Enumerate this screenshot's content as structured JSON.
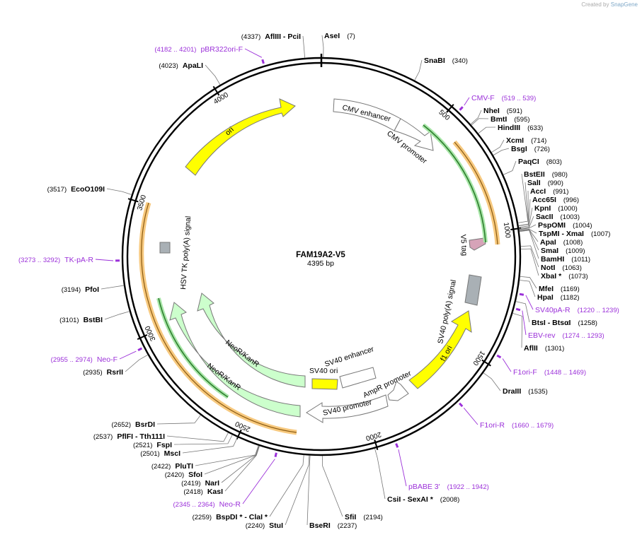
{
  "watermark": {
    "created_by": "Created by",
    "brand": "SnapGene"
  },
  "plasmid": {
    "name": "FAM19A2-V5",
    "length_label": "4395 bp",
    "length": 4395
  },
  "tick_marks": [
    500,
    1000,
    1500,
    2000,
    2500,
    3000,
    3500,
    4000
  ],
  "enzymes": [
    {
      "name": "AseI",
      "pos": "(7)",
      "site": 7
    },
    {
      "name": "SnaBI",
      "pos": "(340)",
      "site": 340
    },
    {
      "name": "NheI",
      "pos": "(591)",
      "site": 591
    },
    {
      "name": "BmtI",
      "pos": "(595)",
      "site": 595
    },
    {
      "name": "HindIII",
      "pos": "(633)",
      "site": 633
    },
    {
      "name": "XcmI",
      "pos": "(714)",
      "site": 714
    },
    {
      "name": "BsgI",
      "pos": "(726)",
      "site": 726
    },
    {
      "name": "PaqCI",
      "pos": "(803)",
      "site": 803
    },
    {
      "name": "BstEII",
      "pos": "(980)",
      "site": 980
    },
    {
      "name": "SalI",
      "pos": "(990)",
      "site": 990
    },
    {
      "name": "AccI",
      "pos": "(991)",
      "site": 991
    },
    {
      "name": "Acc65I",
      "pos": "(996)",
      "site": 996
    },
    {
      "name": "KpnI",
      "pos": "(1000)",
      "site": 1000
    },
    {
      "name": "SacII",
      "pos": "(1003)",
      "site": 1003
    },
    {
      "name": "PspOMI",
      "pos": "(1004)",
      "site": 1004
    },
    {
      "name": "TspMI  - XmaI",
      "pos": "(1007)",
      "site": 1007
    },
    {
      "name": "ApaI",
      "pos": "(1008)",
      "site": 1008
    },
    {
      "name": "SmaI",
      "pos": "(1009)",
      "site": 1009
    },
    {
      "name": "BamHI",
      "pos": "(1011)",
      "site": 1011
    },
    {
      "name": "NotI",
      "pos": "(1063)",
      "site": 1063
    },
    {
      "name": "XbaI *",
      "pos": "(1073)",
      "site": 1073
    },
    {
      "name": "MfeI",
      "pos": "(1169)",
      "site": 1169
    },
    {
      "name": "HpaI",
      "pos": "(1182)",
      "site": 1182
    },
    {
      "name": "BtsI  - BtsαI",
      "pos": "(1258)",
      "site": 1258
    },
    {
      "name": "AflII",
      "pos": "(1301)",
      "site": 1301
    },
    {
      "name": "DraIII",
      "pos": "(1535)",
      "site": 1535
    },
    {
      "name": "CsiI  - SexAI *",
      "pos": "(2008)",
      "site": 2008
    },
    {
      "name": "SfiI",
      "pos": "(2194)",
      "site": 2194
    },
    {
      "name": "BseRI",
      "pos": "(2237)",
      "site": 2237
    },
    {
      "name": "StuI",
      "pos": "(2240)",
      "site": 2240
    },
    {
      "name": "BspDI *  - ClaI *",
      "pos": "(2259)",
      "site": 2259
    },
    {
      "name": "KasI",
      "pos": "(2418)",
      "site": 2418
    },
    {
      "name": "NarI",
      "pos": "(2419)",
      "site": 2419
    },
    {
      "name": "SfoI",
      "pos": "(2420)",
      "site": 2420
    },
    {
      "name": "PluTI",
      "pos": "(2422)",
      "site": 2422
    },
    {
      "name": "MscI",
      "pos": "(2501)",
      "site": 2501
    },
    {
      "name": "FspI",
      "pos": "(2521)",
      "site": 2521
    },
    {
      "name": "PflFI  - Tth111I",
      "pos": "(2537)",
      "site": 2537
    },
    {
      "name": "BsrDI",
      "pos": "(2652)",
      "site": 2652
    },
    {
      "name": "RsrII",
      "pos": "(2935)",
      "site": 2935
    },
    {
      "name": "BstBI",
      "pos": "(3101)",
      "site": 3101
    },
    {
      "name": "PfoI",
      "pos": "(3194)",
      "site": 3194
    },
    {
      "name": "EcoO109I",
      "pos": "(3517)",
      "site": 3517
    },
    {
      "name": "ApaLI",
      "pos": "(4023)",
      "site": 4023
    },
    {
      "name": "AflIII  - PciI",
      "pos": "(4337)",
      "site": 4337
    }
  ],
  "primers": [
    {
      "name": "CMV-F",
      "pos": "(519 .. 539)",
      "site": 529
    },
    {
      "name": "SV40pA-R",
      "pos": "(1220 .. 1239)",
      "site": 1230
    },
    {
      "name": "EBV-rev",
      "pos": "(1274 .. 1293)",
      "site": 1283
    },
    {
      "name": "F1ori-F",
      "pos": "(1448 .. 1469)",
      "site": 1458
    },
    {
      "name": "F1ori-R",
      "pos": "(1660 .. 1679)",
      "site": 1670
    },
    {
      "name": "pBABE 3'",
      "pos": "(1922 .. 1942)",
      "site": 1932
    },
    {
      "name": "Neo-R",
      "pos": "(2345 .. 2364)",
      "site": 2355
    },
    {
      "name": "Neo-F",
      "pos": "(2955 .. 2974)",
      "site": 2965
    },
    {
      "name": "TK-pA-R",
      "pos": "(3273 .. 3292)",
      "site": 3282
    },
    {
      "name": "pBR322ori-F",
      "pos": "(4182 .. 4201)",
      "site": 4192
    }
  ],
  "features": [
    {
      "name": "CMV enhancer"
    },
    {
      "name": "CMV promoter"
    },
    {
      "name": "V5 tag"
    },
    {
      "name": "SV40 poly(A) signal"
    },
    {
      "name": "f1 ori"
    },
    {
      "name": "AmpR promoter"
    },
    {
      "name": "SV40 enhancer"
    },
    {
      "name": "SV40 ori"
    },
    {
      "name": "SV40 promoter"
    },
    {
      "name": "NeoR/KanR"
    },
    {
      "name": "NeoR/KanR"
    },
    {
      "name": "HSV TK poly(A) signal"
    },
    {
      "name": "ori"
    }
  ],
  "colors": {
    "primer": "#9b30d9",
    "ori": "#ffff00",
    "neo": "#ccffcc",
    "orange_orf": "#f7c97f",
    "green_orf": "#3a9a3a",
    "gray_signal": "#a9b0b5",
    "v5": "#d6a3b8"
  }
}
